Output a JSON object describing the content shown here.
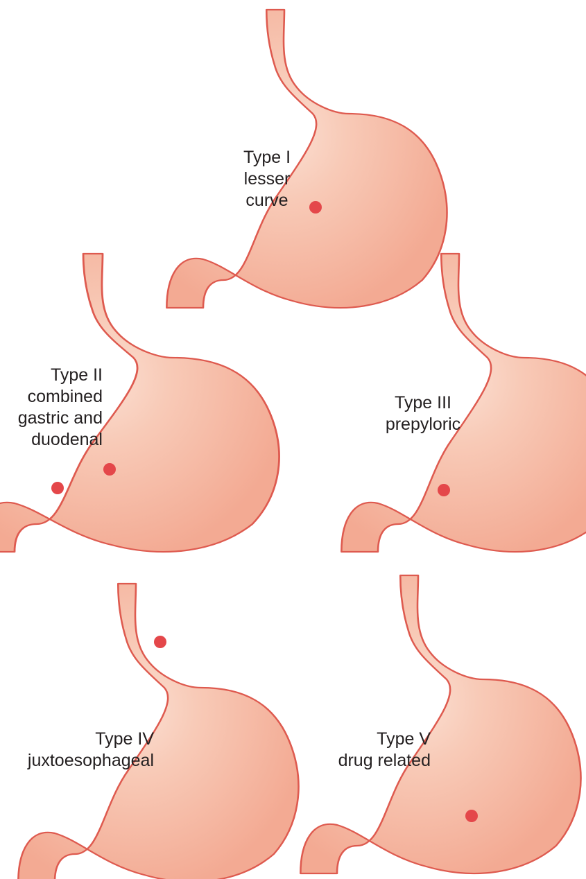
{
  "colors": {
    "stomach_fill": "#f3aa93",
    "stomach_highlight": "#fbdfd2",
    "outline": "#de5a4f",
    "ulcer_dot": "#e4474a",
    "label_text": "#231f20"
  },
  "stomachs": [
    {
      "id": "type-1",
      "label_lines": [
        "Type I",
        "lesser",
        "curve"
      ],
      "ulcer_sites": [
        "lesser curve"
      ]
    },
    {
      "id": "type-2",
      "label_lines": [
        "Type II",
        "combined",
        "gastric and",
        "duodenal"
      ],
      "ulcer_sites": [
        "lesser curve",
        "duodenum"
      ]
    },
    {
      "id": "type-3",
      "label_lines": [
        "Type III",
        "prepyloric"
      ],
      "ulcer_sites": [
        "prepyloric"
      ]
    },
    {
      "id": "type-4",
      "label_lines": [
        "Type IV",
        "juxtoesophageal"
      ],
      "ulcer_sites": [
        "gastro-oesophageal junction"
      ]
    },
    {
      "id": "type-5",
      "label_lines": [
        "Type V",
        "drug related"
      ],
      "ulcer_sites": [
        "greater curve"
      ]
    }
  ]
}
